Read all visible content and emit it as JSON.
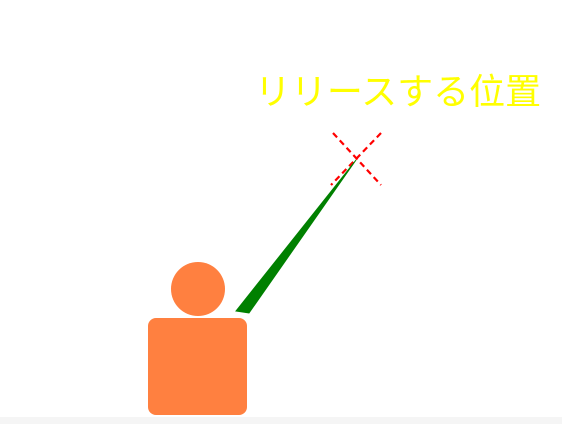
{
  "diagram": {
    "release_label": "リリースする位置",
    "colors": {
      "label": "#ffff00",
      "person": "#ff8040",
      "arrow": "#008000",
      "marker": "#ff0000",
      "background": "#ffffff"
    },
    "icons": {
      "person": "person-icon",
      "arrow": "throw-arrow",
      "marker": "x-marker"
    }
  }
}
